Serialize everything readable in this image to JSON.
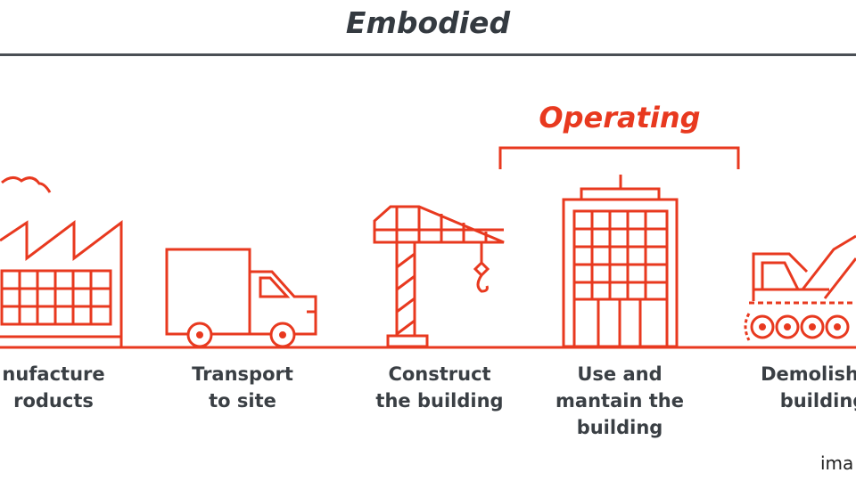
{
  "header": {
    "title": "Embodied"
  },
  "operating": {
    "label": "Operating"
  },
  "stages": [
    {
      "icon": "factory-icon",
      "line1": "nufacture",
      "line2": "roducts",
      "line3": ""
    },
    {
      "icon": "truck-icon",
      "line1": "Transport",
      "line2": "to site",
      "line3": ""
    },
    {
      "icon": "crane-icon",
      "line1": "Construct",
      "line2": "the building",
      "line3": ""
    },
    {
      "icon": "office-building-icon",
      "line1": "Use and",
      "line2": "mantain the",
      "line3": "building"
    },
    {
      "icon": "demolition-excavator-icon",
      "line1": "Demolish",
      "line2": "building",
      "line3": ""
    }
  ],
  "credit": "ima",
  "colors": {
    "accent": "#e8391f",
    "text": "#3a3f44"
  }
}
